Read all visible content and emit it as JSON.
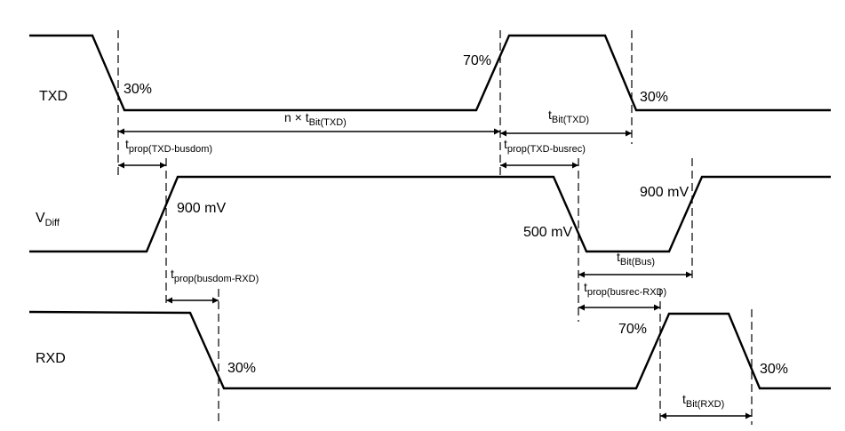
{
  "signals": {
    "txd": {
      "label": "TXD"
    },
    "vdiff": {
      "label": "V",
      "sub": "Diff"
    },
    "rxd": {
      "label": "RXD"
    }
  },
  "thresholds": {
    "txd_fall": "30%",
    "txd_rise": "70%",
    "txd_fall2": "30%",
    "vdiff_rise": "900 mV",
    "vdiff_fall": "500 mV",
    "vdiff_rise2": "900 mV",
    "rxd_fall": "30%",
    "rxd_rise": "70%",
    "rxd_fall2": "30%"
  },
  "timings": {
    "n_bit_txd": {
      "main": "n × t",
      "sub": "Bit(TXD)"
    },
    "t_bit_txd": {
      "main": "t",
      "sub": "Bit(TXD)"
    },
    "t_prop_txd_busdom": {
      "main": "t",
      "sub": "prop(TXD-busdom)"
    },
    "t_prop_txd_busrec": {
      "main": "t",
      "sub": "prop(TXD-busrec)"
    },
    "t_bit_bus": {
      "main": "t",
      "sub": "Bit(Bus)"
    },
    "t_prop_busdom_rxd": {
      "main": "t",
      "sub": "prop(busdom-RXD)"
    },
    "t_prop_busrec_rxd": {
      "main": "t",
      "sub": "prop(busrec-RXD)"
    },
    "t_bit_rxd": {
      "main": "t",
      "sub": "Bit(RXD)"
    }
  }
}
